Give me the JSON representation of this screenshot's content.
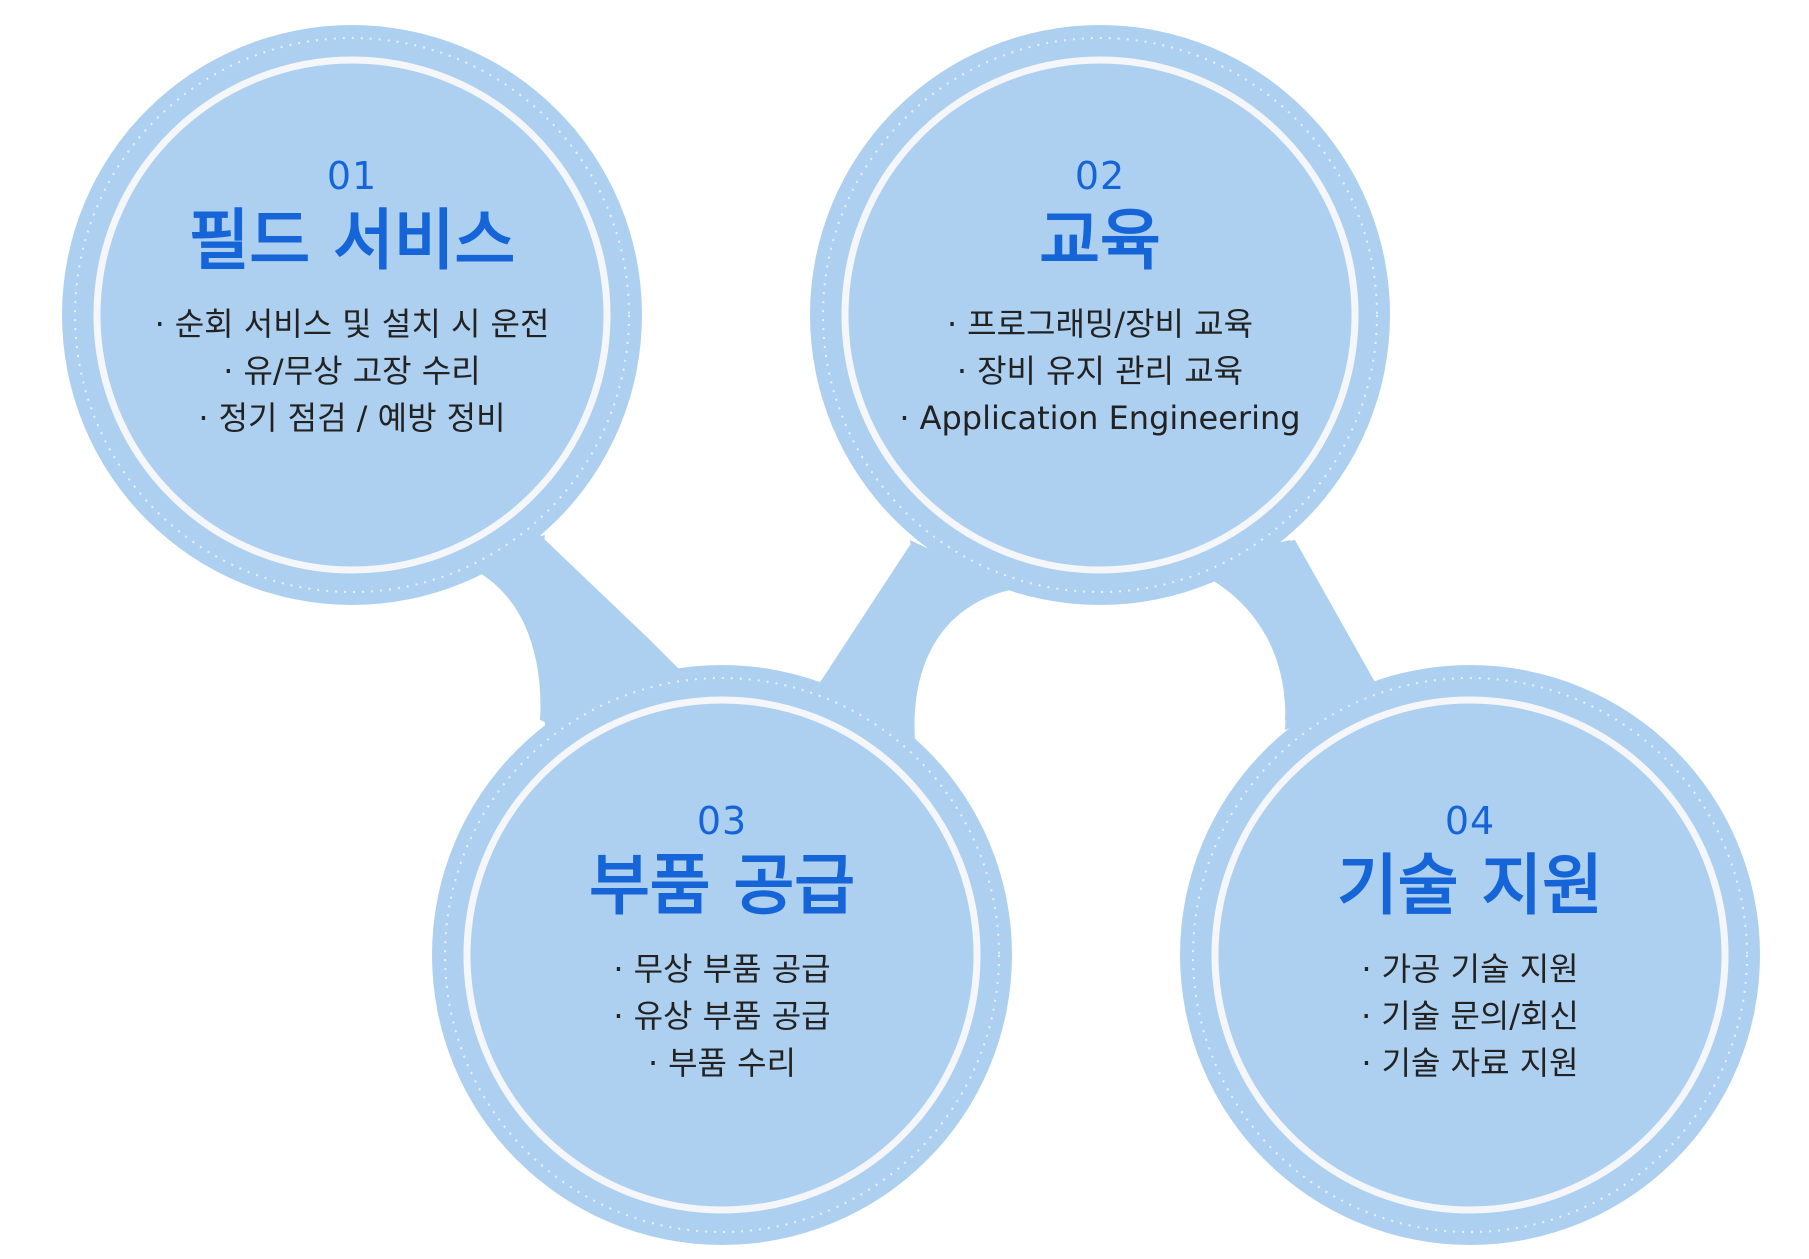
{
  "colors": {
    "bubble_fill": "#aed0f0",
    "ring": "#f4f6fa",
    "accent_text": "#1565d8",
    "body_text": "#222222"
  },
  "bullet_glyph": "·",
  "circles": [
    {
      "number": "01",
      "title": "필드 서비스",
      "items": [
        "순회 서비스 및 설치 시 운전",
        "유/무상 고장 수리",
        "정기 점검 / 예방 정비"
      ]
    },
    {
      "number": "02",
      "title": "교육",
      "items": [
        "프로그래밍/장비 교육",
        "장비 유지 관리 교육",
        "Application Engineering"
      ]
    },
    {
      "number": "03",
      "title": "부품 공급",
      "items": [
        "무상 부품 공급",
        "유상 부품 공급",
        "부품 수리"
      ]
    },
    {
      "number": "04",
      "title": "기술 지원",
      "items": [
        "가공 기술 지원",
        "기술 문의/회신",
        "기술 자료 지원"
      ]
    }
  ]
}
